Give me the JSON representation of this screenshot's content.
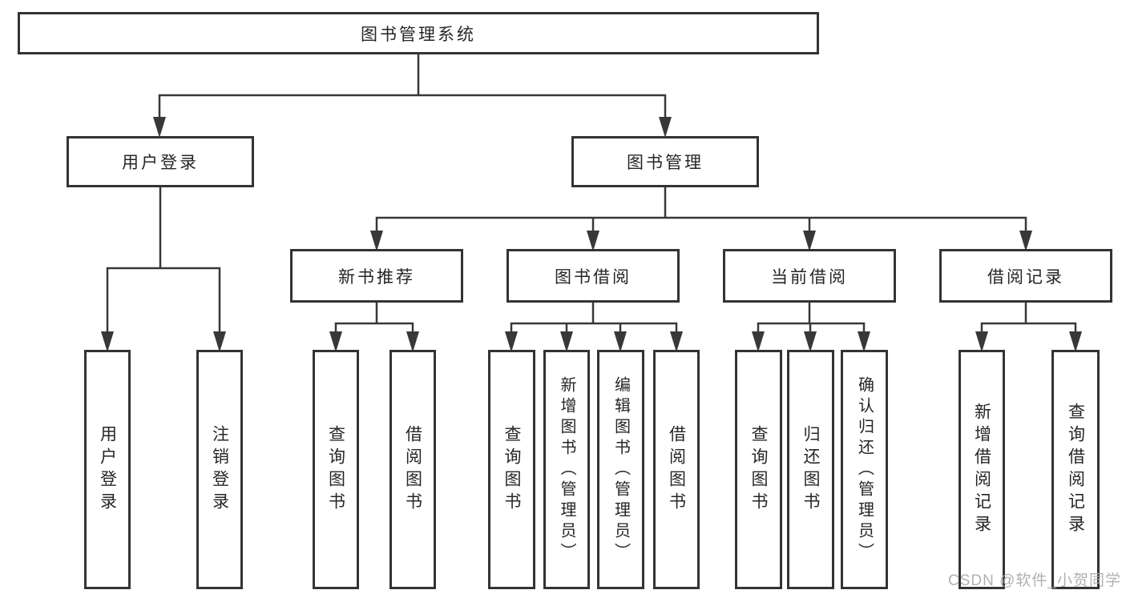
{
  "diagram": {
    "root": {
      "label": "图书管理系统"
    },
    "level2": [
      {
        "label": "用户登录"
      },
      {
        "label": "图书管理"
      }
    ],
    "level3": [
      {
        "label": "新书推荐",
        "parent": "图书管理"
      },
      {
        "label": "图书借阅",
        "parent": "图书管理"
      },
      {
        "label": "当前借阅",
        "parent": "图书管理"
      },
      {
        "label": "借阅记录",
        "parent": "图书管理"
      }
    ],
    "leaves": [
      {
        "label": "用户登录",
        "parent": "用户登录"
      },
      {
        "label": "注销登录",
        "parent": "用户登录"
      },
      {
        "label": "查询图书",
        "parent": "新书推荐"
      },
      {
        "label": "借阅图书",
        "parent": "新书推荐"
      },
      {
        "label": "查询图书",
        "parent": "图书借阅"
      },
      {
        "label": "新增图书（管理员）",
        "parent": "图书借阅"
      },
      {
        "label": "编辑图书（管理员）",
        "parent": "图书借阅"
      },
      {
        "label": "借阅图书",
        "parent": "图书借阅"
      },
      {
        "label": "查询图书",
        "parent": "当前借阅"
      },
      {
        "label": "归还图书",
        "parent": "当前借阅"
      },
      {
        "label": "确认归还（管理员）",
        "parent": "当前借阅"
      },
      {
        "label": "新增借阅记录",
        "parent": "借阅记录"
      },
      {
        "label": "查询借阅记录",
        "parent": "借阅记录"
      }
    ]
  },
  "watermark": {
    "text": "CSDN @软件_小贺同学"
  },
  "colors": {
    "line": "#383838",
    "box_border": "#333333",
    "text": "#262626",
    "background": "#ffffff",
    "watermark": "#a5a8ac"
  }
}
